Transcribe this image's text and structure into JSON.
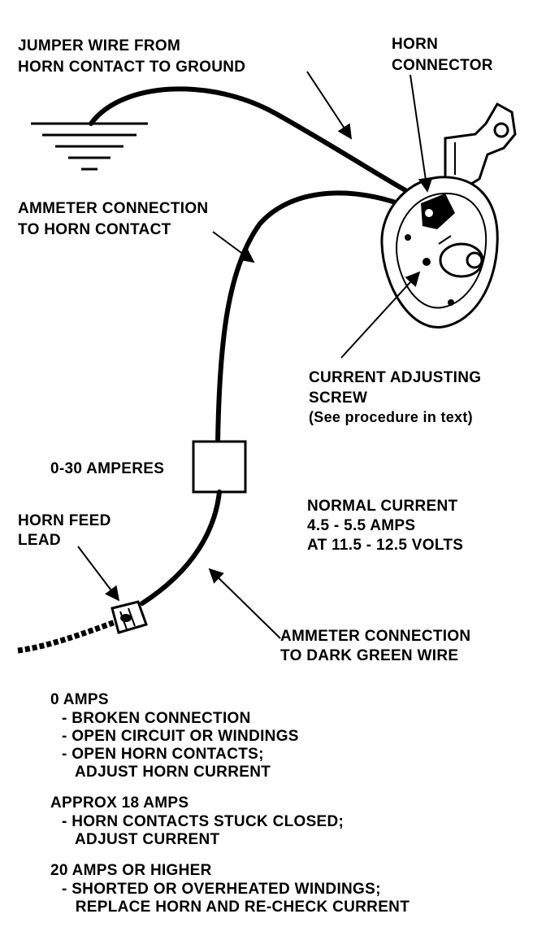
{
  "labels": {
    "jumper_wire": [
      "JUMPER WIRE FROM",
      "HORN CONTACT TO GROUND"
    ],
    "horn_connector": [
      "HORN",
      "CONNECTOR"
    ],
    "ammeter_horn": [
      "AMMETER CONNECTION",
      "TO HORN CONTACT"
    ],
    "current_screw": [
      "CURRENT ADJUSTING",
      "SCREW",
      "(See procedure in text)"
    ],
    "ammeter_range": "0-30 AMPERES",
    "normal_current": [
      "NORMAL CURRENT",
      "4.5 - 5.5 AMPS",
      "AT 11.5 - 12.5 VOLTS"
    ],
    "horn_feed": [
      "HORN FEED",
      "LEAD"
    ],
    "ammeter_green": [
      "AMMETER CONNECTION",
      "TO DARK GREEN WIRE"
    ]
  },
  "diagnosis": [
    {
      "reading": "0 AMPS",
      "causes": [
        "- BROKEN CONNECTION",
        "- OPEN CIRCUIT OR WINDINGS",
        "- OPEN HORN CONTACTS;",
        "   ADJUST HORN CURRENT"
      ]
    },
    {
      "reading": "APPROX 18 AMPS",
      "causes": [
        "- HORN CONTACTS STUCK CLOSED;",
        "   ADJUST CURRENT"
      ]
    },
    {
      "reading": "20 AMPS OR HIGHER",
      "causes": [
        "- SHORTED OR OVERHEATED WINDINGS;",
        "   REPLACE HORN AND RE-CHECK CURRENT"
      ]
    }
  ]
}
